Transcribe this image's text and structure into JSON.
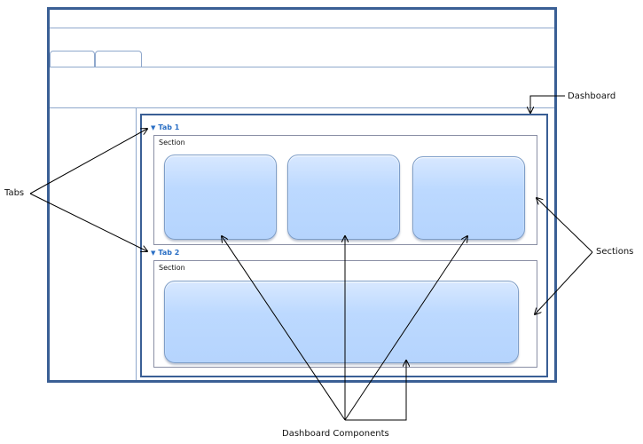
{
  "callouts": {
    "dashboard": "Dashboard",
    "tabs": "Tabs",
    "sections": "Sections",
    "components": "Dashboard Components"
  },
  "dashboard": {
    "tabs": [
      {
        "label": "Tab 1",
        "section_title": "Section",
        "component_count": 3
      },
      {
        "label": "Tab 2",
        "section_title": "Section",
        "component_count": 1
      }
    ]
  },
  "colors": {
    "frame": "#3a5f95",
    "tab_label": "#2a6fc5",
    "component_fill": "#bcd9ff"
  }
}
